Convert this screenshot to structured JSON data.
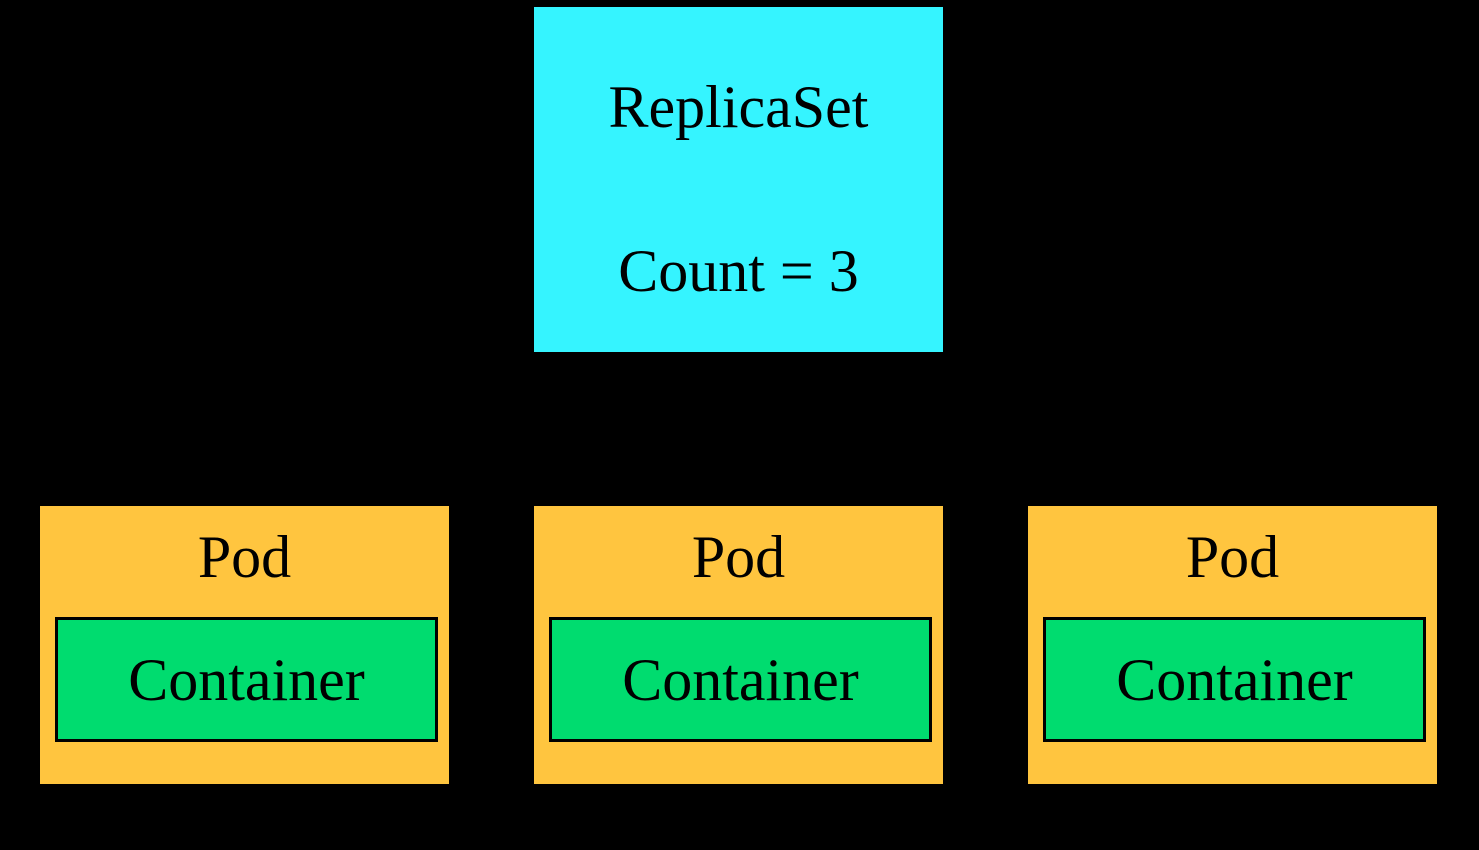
{
  "diagram": {
    "type": "kubernetes-replicaset-diagram",
    "colors": {
      "background": "#000000",
      "replicaset_fill": "#35F4FF",
      "pod_fill": "#FFC53F",
      "container_fill": "#00DC6F",
      "border": "#000000",
      "text": "#000000"
    },
    "replicaset": {
      "title": "ReplicaSet",
      "count_label": "Count = 3"
    },
    "pods": [
      {
        "label": "Pod",
        "container": {
          "label": "Container"
        }
      },
      {
        "label": "Pod",
        "container": {
          "label": "Container"
        }
      },
      {
        "label": "Pod",
        "container": {
          "label": "Container"
        }
      }
    ]
  }
}
